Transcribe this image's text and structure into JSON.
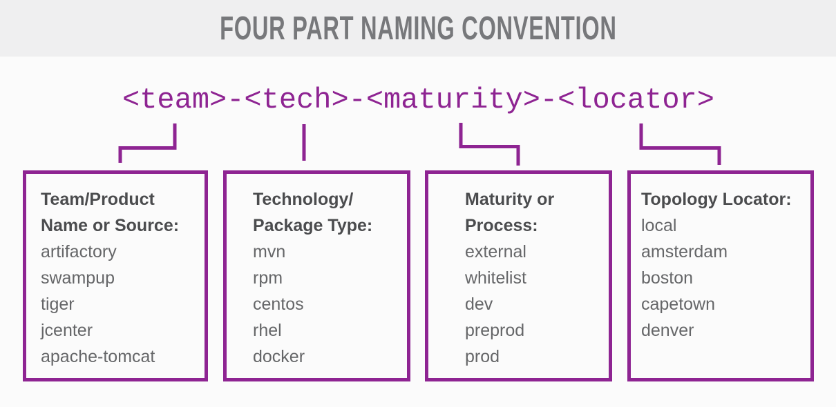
{
  "page": {
    "title": "FOUR PART NAMING CONVENTION",
    "pattern": "<team>-<tech>-<maturity>-<locator>"
  },
  "colors": {
    "purple_accent": "#8e2492",
    "header_band_bg": "#efeff0",
    "title_text": "#77787b",
    "box_heading_text": "#4b4c4e",
    "box_item_text": "#656668",
    "page_bg": "#fbfbfb"
  },
  "boxes": [
    {
      "name": "team-product",
      "title_lines": [
        "Team/Product",
        "Name or Source:"
      ],
      "items": [
        "artifactory",
        "swampup",
        "tiger",
        "jcenter",
        "apache-tomcat"
      ]
    },
    {
      "name": "technology-package",
      "title_lines": [
        "Technology/",
        "Package Type:"
      ],
      "items": [
        "mvn",
        "rpm",
        "centos",
        "rhel",
        "docker"
      ]
    },
    {
      "name": "maturity-process",
      "title_lines": [
        "Maturity or",
        "Process:"
      ],
      "items": [
        "external",
        "whitelist",
        "dev",
        "preprod",
        "prod"
      ]
    },
    {
      "name": "topology-locator",
      "title_lines": [
        "Topology Locator:"
      ],
      "items": [
        "local",
        "amsterdam",
        "boston",
        "capetown",
        "denver"
      ]
    }
  ]
}
